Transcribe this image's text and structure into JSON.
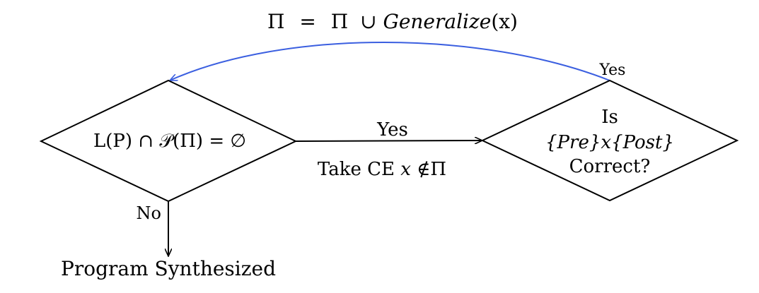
{
  "loop_label": {
    "lhs": "Π",
    "eq": "=",
    "rhs_pi": "Π",
    "union": "∪",
    "func": "Generalize",
    "arg": "(x)"
  },
  "left_decision": {
    "text": "L(P) ∩ 𝒫(Π) = ∅"
  },
  "edge_yes_main": {
    "label": "Yes",
    "sublabel_prefix": "Take CE ",
    "sublabel_var": "x",
    "sublabel_suffix": " ∉Π"
  },
  "right_decision": {
    "line1": "Is",
    "line2": "{Pre}x{Post}",
    "line3": "Correct?"
  },
  "edge_yes_loop": {
    "label": "Yes"
  },
  "edge_no": {
    "label": "No"
  },
  "terminal": {
    "label": "Program Synthesized"
  },
  "colors": {
    "loop_arrow": "#3b5fe0",
    "stroke": "#000000"
  }
}
